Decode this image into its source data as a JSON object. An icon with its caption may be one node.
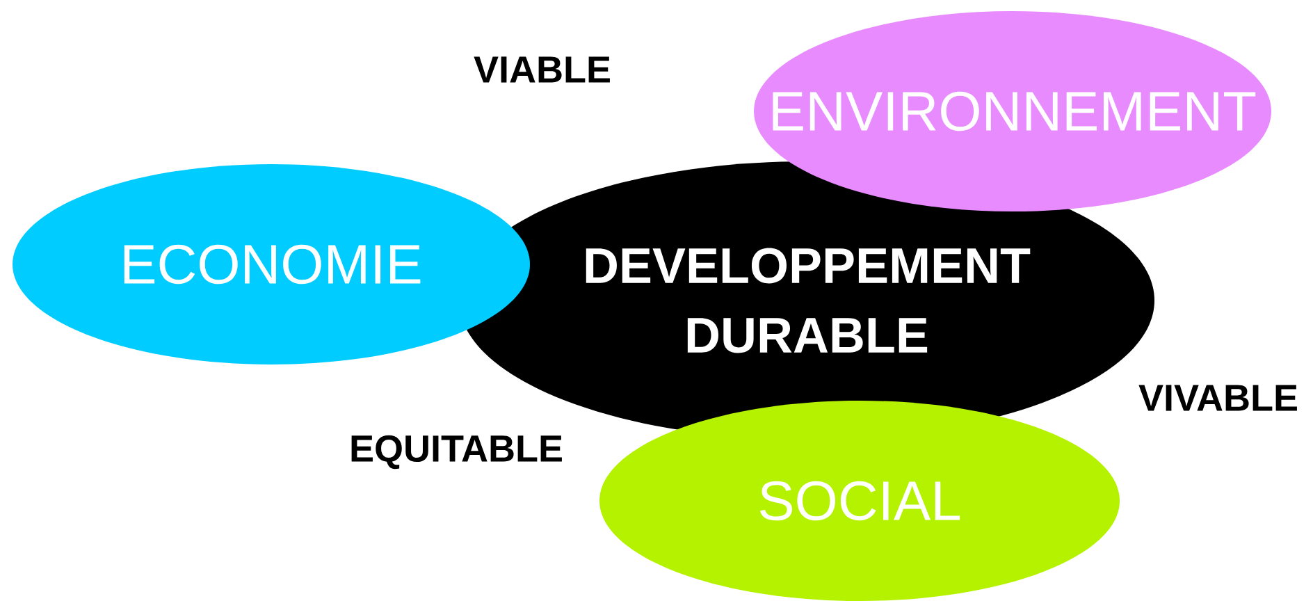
{
  "diagram": {
    "nodes": [
      {
        "text": [
          "DEVELOPPEMENT DURABLE"
        ]
      },
      {
        "text": [
          "ECONOMIE"
        ]
      },
      {
        "text": [
          "ENVIRONNEMENT"
        ]
      },
      {
        "text": [
          "SOCIAL"
        ]
      }
    ],
    "labels": [
      "VIABLE",
      "VIVABLE",
      "EQUITABLE"
    ]
  }
}
